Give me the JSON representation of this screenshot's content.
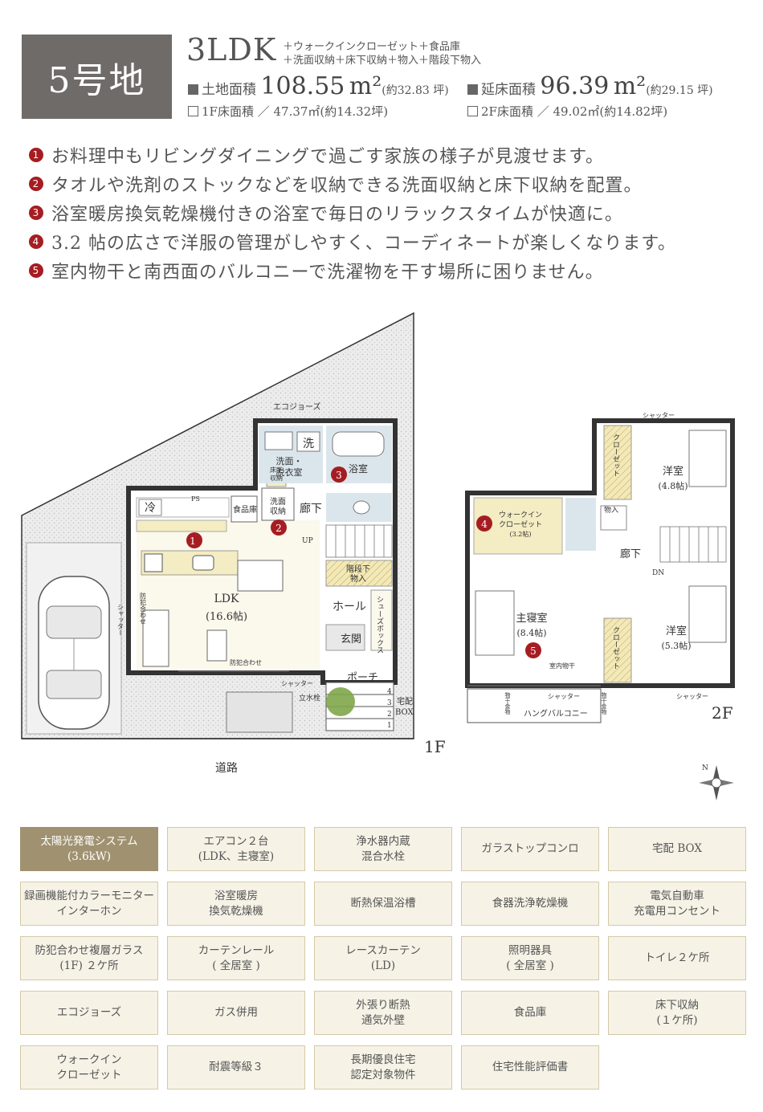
{
  "header": {
    "lot": "5号地",
    "layout": "3LDK",
    "extras_line1": "＋ウォークインクローゼット＋食品庫",
    "extras_line2": "＋洗面収納＋床下収納＋物入＋階段下物入",
    "land_label": "土地面積",
    "land_value": "108.55",
    "land_unit": "m²",
    "land_tsubo": "(約32.83 坪)",
    "floor_label": "延床面積",
    "floor_value": "96.39",
    "floor_unit": "m²",
    "floor_tsubo": "(約29.15 坪)",
    "f1_label": "1F床面積 ／ 47.37㎡(約14.32坪)",
    "f2_label": "2F床面積 ／ 49.02㎡(約14.82坪)"
  },
  "features": [
    {
      "num": "1",
      "text": "お料理中もリビングダイニングで過ごす家族の様子が見渡せます。"
    },
    {
      "num": "2",
      "text": "タオルや洗剤のストックなどを収納できる洗面収納と床下収納を配置。"
    },
    {
      "num": "3",
      "text": "浴室暖房換気乾燥機付きの浴室で毎日のリラックスタイムが快適に。"
    },
    {
      "num": "4",
      "text": "3.2 帖の広さで洋服の管理がしやすく、コーディネートが楽しくなります。"
    },
    {
      "num": "5",
      "text": "室内物干と南西面のバルコニーで洗濯物を干す場所に困りません。"
    }
  ],
  "plan": {
    "floor1": "1F",
    "floor2": "2F",
    "road": "道路",
    "ecojoze": "エコジョーズ",
    "rooms_1f": {
      "ldk": "LDK",
      "ldk_size": "(16.6帖)",
      "rei": "冷",
      "ps": "PS",
      "pantry": "食品庫",
      "wash": "洗",
      "washroom1": "洗面・",
      "washroom2": "脱衣室",
      "bath": "浴室",
      "underfloor1": "床下",
      "underfloor2": "収納",
      "senmen1": "洗面",
      "senmen2": "収納",
      "hall_corridor": "廊下",
      "up": "UP",
      "under_stairs1": "階段下",
      "under_stairs2": "物入",
      "hall": "ホール",
      "shoes": "シューズボックス",
      "entrance": "玄関",
      "porch": "ポーチ",
      "bohan": "防犯合わせ",
      "bohan_v": "防犯合わせ",
      "shutter": "シャッター",
      "shutter_v": "シャッター",
      "tachisuisen": "立水栓",
      "takuhai1": "宅配",
      "takuhai2": "BOX",
      "step1": "1",
      "step2": "2",
      "step3": "3",
      "step4": "4"
    },
    "rooms_2f": {
      "shutter_top": "シャッター",
      "closet_a": "クローゼット",
      "youshitsu1": "洋室",
      "youshitsu1_size": "(4.8帖)",
      "wic1": "ウォークイン",
      "wic2": "クローゼット",
      "wic_size": "(3.2帖)",
      "monoire": "物入",
      "corridor": "廊下",
      "dn": "DN",
      "master": "主寝室",
      "master_size": "(8.4帖)",
      "youshitsu2": "洋室",
      "youshitsu2_size": "(5.3帖)",
      "closet_b": "クローゼット",
      "indoor_dry": "室内物干",
      "shutter_b1": "シャッター",
      "shutter_b2": "シャッター",
      "balcony": "ハングバルコニー",
      "monohoshi_l": "物干金物",
      "monohoshi_r": "物干金物"
    },
    "compass": "N"
  },
  "equipment": [
    {
      "text": "太陽光発電システム\n(3.6kW)",
      "highlight": true
    },
    {
      "text": "エアコン２台\n(LDK、主寝室)"
    },
    {
      "text": "浄水器内蔵\n混合水栓"
    },
    {
      "text": "ガラストップコンロ"
    },
    {
      "text": "宅配 BOX"
    },
    {
      "text": "録画機能付カラーモニター\nインターホン"
    },
    {
      "text": "浴室暖房\n換気乾燥機"
    },
    {
      "text": "断熱保温浴槽"
    },
    {
      "text": "食器洗浄乾燥機"
    },
    {
      "text": "電気自動車\n充電用コンセント"
    },
    {
      "text": "防犯合わせ複層ガラス\n(1F) ２ケ所"
    },
    {
      "text": "カーテンレール\n( 全居室 )"
    },
    {
      "text": "レースカーテン\n(LD)"
    },
    {
      "text": "照明器具\n( 全居室 )"
    },
    {
      "text": "トイレ２ケ所"
    },
    {
      "text": "エコジョーズ"
    },
    {
      "text": "ガス併用"
    },
    {
      "text": "外張り断熱\n通気外壁"
    },
    {
      "text": "食品庫"
    },
    {
      "text": "床下収納\n(１ケ所)"
    },
    {
      "text": "ウォークイン\nクローゼット"
    },
    {
      "text": "耐震等級３"
    },
    {
      "text": "長期優良住宅\n認定対象物件"
    },
    {
      "text": "住宅性能評価書"
    }
  ],
  "colors": {
    "badge": "#6f6b68",
    "accent_red": "#a51d22",
    "equip_bg": "#f6f2e6",
    "equip_highlight": "#a09270"
  }
}
